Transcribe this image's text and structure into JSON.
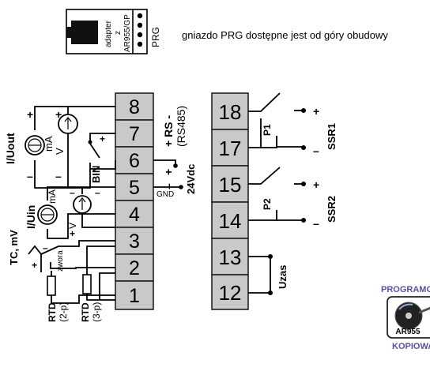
{
  "colors": {
    "terminal_fill": "#c9c9c9",
    "line": "#000000",
    "badge_accent": "#5b4fa3",
    "badge_dark": "#222222"
  },
  "adapter": {
    "l1": "adapter",
    "l2": "z",
    "l3": "AR955/GP",
    "prg": "PRG"
  },
  "note": "gniazdo PRG dostępne jest od góry obudowy",
  "left_terminals": [
    "8",
    "7",
    "6",
    "5",
    "4",
    "3",
    "2",
    "1"
  ],
  "right_terminals": [
    "18",
    "17",
    "15",
    "14",
    "13",
    "12"
  ],
  "labels": {
    "iuout": "I/Uout",
    "iuin": "I/Uin",
    "tc": "TC, mV",
    "ma": "mA",
    "v": "V",
    "bin": "BIN",
    "rs_main": "+ RS -",
    "rs_sub": "(RS485)",
    "p24": "24Vdc",
    "gnd": "GND",
    "zwora": "zwora",
    "rtd": "RTD",
    "rtd2": "(2-p)",
    "rtd3": "(3-p)",
    "p1": "P1",
    "p2": "P2",
    "ssr1": "SSR1",
    "ssr2": "SSR2",
    "uzas": "Uzas",
    "plus": "+",
    "minus": "–"
  },
  "badge": {
    "top": "PROGRAMO",
    "model": "AR955",
    "bottom": "KOPIOWA"
  }
}
